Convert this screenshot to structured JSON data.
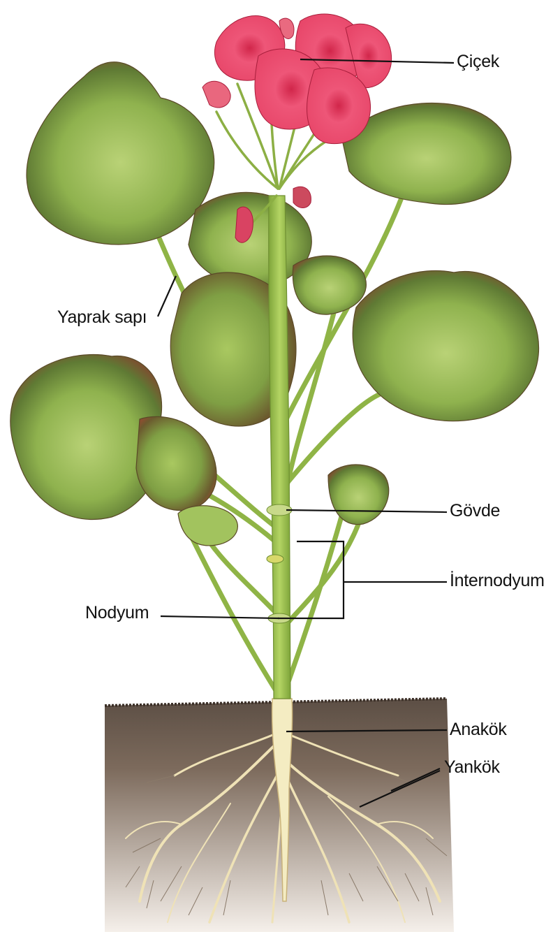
{
  "colors": {
    "leaf": "#8fb24e",
    "leaf_dark": "#4e6a2c",
    "leaf_edge": "#7a5230",
    "stem": "#9cc44a",
    "flower": "#e8476a",
    "flower_dark": "#b8263e",
    "soil": "#5e4a3c",
    "root": "#f1e6b8",
    "line": "#111111"
  },
  "labels": {
    "cicek": "Çiçek",
    "yaprak_sapi": "Yaprak sapı",
    "govde": "Gövde",
    "internodyum": "İnternodyum",
    "nodyum": "Nodyum",
    "anakok": "Anakök",
    "yankok": "Yankök"
  }
}
